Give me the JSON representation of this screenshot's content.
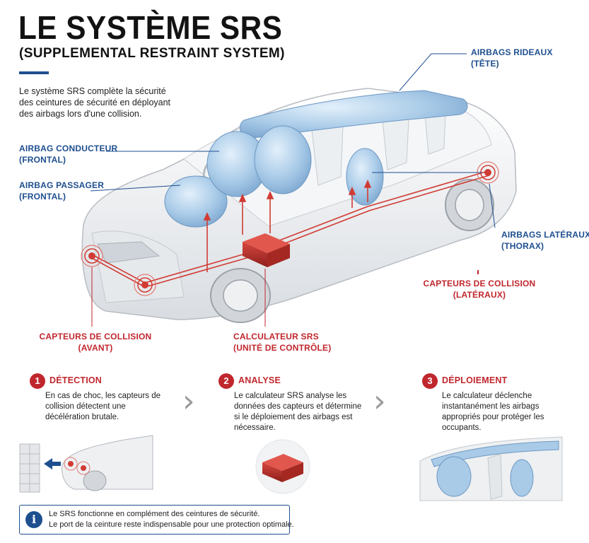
{
  "header": {
    "title": "LE SYSTÈME SRS",
    "subtitle": "(SUPPLEMENTAL RESTRAINT SYSTEM)",
    "intro": "Le système SRS complète la sécurité des ceintures de sécurité en déployant des airbags lors d'une collision."
  },
  "labels": {
    "curtain": [
      "AIRBAGS RIDEAUX",
      "(TÊTE)"
    ],
    "driver": [
      "AIRBAG CONDUCTEUR",
      "(FRONTAL)"
    ],
    "passenger": [
      "AIRBAG PASSAGER",
      "(FRONTAL)"
    ],
    "side": [
      "AIRBAGS LATÉRAUX",
      "(THORAX)"
    ],
    "side_sensors": [
      "CAPTEURS DE COLLISION",
      "(LATÉRAUX)"
    ],
    "front_sensors": [
      "CAPTEURS DE COLLISION",
      "(AVANT)"
    ],
    "ecu": [
      "CALCULATEUR SRS",
      "(UNITÉ DE CONTRÔLE)"
    ]
  },
  "steps": [
    {
      "number": "1",
      "title": "DÉTECTION",
      "text": "En cas de choc, les capteurs de collision détectent une décélération brutale."
    },
    {
      "number": "2",
      "title": "ANALYSE",
      "text": "Le calculateur SRS analyse les données des capteurs et détermine si le déploiement des airbags est nécessaire."
    },
    {
      "number": "3",
      "title": "DÉPLOIEMENT",
      "text": "Le calculateur déclenche instantanément les airbags appropriés pour protéger les occupants."
    }
  ],
  "chevron": "›",
  "info": {
    "icon": "i",
    "line1": "Le SRS fonctionne en complément des ceintures de sécurité.",
    "line2": "Le port de la ceinture reste indispensable pour une protection optimale."
  },
  "colors": {
    "accent_blue": "#1e4f8f",
    "accent_red": "#c0272d",
    "airbag_blue": "#a9cbe8"
  }
}
